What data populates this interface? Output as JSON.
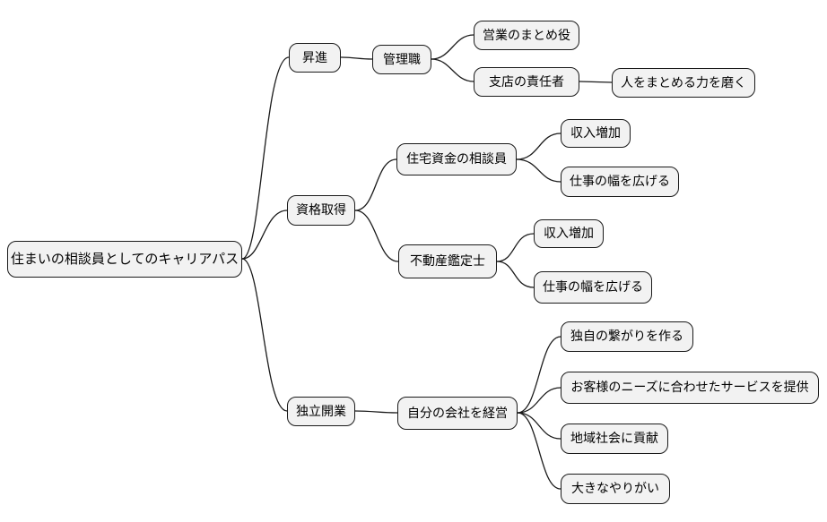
{
  "mindmap": {
    "title": "住まいの相談員としてのキャリアパス",
    "root": {
      "label": "住まいの相談員としてのキャリアパス"
    },
    "branches": [
      {
        "label": "昇進",
        "children": [
          {
            "label": "管理職",
            "children": [
              {
                "label": "営業のまとめ役",
                "children": []
              },
              {
                "label": "支店の責任者",
                "children": [
                  {
                    "label": "人をまとめる力を磨く",
                    "children": []
                  }
                ]
              }
            ]
          }
        ]
      },
      {
        "label": "資格取得",
        "children": [
          {
            "label": "住宅資金の相談員",
            "children": [
              {
                "label": "収入増加",
                "children": []
              },
              {
                "label": "仕事の幅を広げる",
                "children": []
              }
            ]
          },
          {
            "label": "不動産鑑定士",
            "children": [
              {
                "label": "収入増加",
                "children": []
              },
              {
                "label": "仕事の幅を広げる",
                "children": []
              }
            ]
          }
        ]
      },
      {
        "label": "独立開業",
        "children": [
          {
            "label": "自分の会社を経営",
            "children": [
              {
                "label": "独自の繋がりを作る",
                "children": []
              },
              {
                "label": "お客様のニーズに合わせたサービスを提供",
                "children": []
              },
              {
                "label": "地域社会に貢献",
                "children": []
              },
              {
                "label": "大きなやりがい",
                "children": []
              }
            ]
          }
        ]
      }
    ],
    "style": {
      "background": "#ffffff",
      "node_fill": "#f2f2f2",
      "node_border": "#1a1a1a",
      "edge_color": "#1a1a1a",
      "text_color": "#000000"
    }
  }
}
